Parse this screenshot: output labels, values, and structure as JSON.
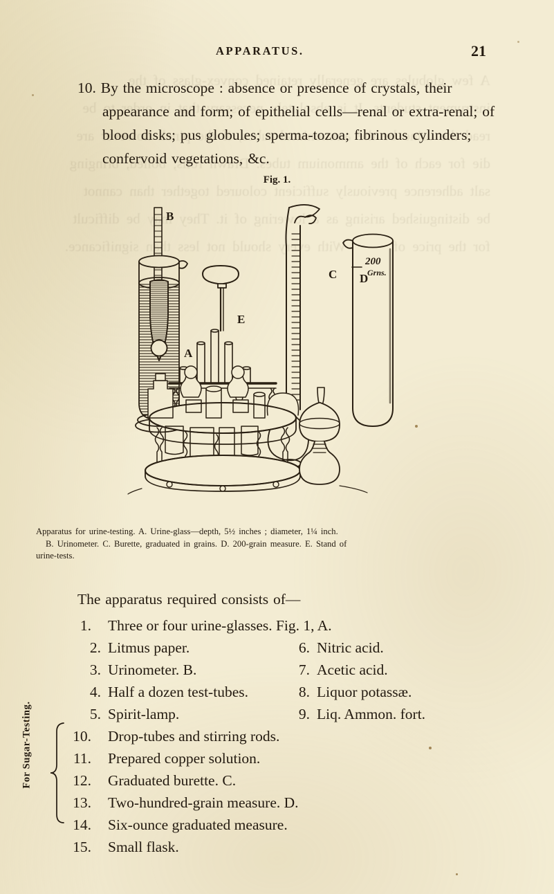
{
  "page": {
    "running_head": "APPARATUS.",
    "folio": "21",
    "paper_color": "#f3ecd3",
    "ink_color": "#231a10"
  },
  "paragraph": {
    "number": "10.",
    "text": "10. By the microscope : absence or presence of crystals, their appearance and form; of epithelial cells—renal or extra-renal; of blood disks; pus globules; sperma-tozoa; fibrinous cylinders; confervoid vegetations, &c."
  },
  "figure": {
    "label": "Fig. 1.",
    "parts": {
      "A": "A",
      "B": "B",
      "C": "C",
      "D": "D",
      "E": "E"
    },
    "measure_marking": {
      "value": "200",
      "unit": "Grns."
    },
    "caption_line1": "Apparatus for urine-testing.  A.  Urine-glass—depth, 5½  inches ;  diameter, 1¼  inch.",
    "caption_line2": "B. Urinometer.   C. Burette, graduated in grains.   D. 200-grain measure.   E. Stand of",
    "caption_line3": "urine-tests."
  },
  "list": {
    "lead_in": "The apparatus required consists of—",
    "items": [
      {
        "num": "1.",
        "text": "Three or four urine-glasses.  Fig. 1, A.",
        "column": 1,
        "full_width": true
      },
      {
        "num": "2.",
        "text": "Litmus paper.",
        "column": 1
      },
      {
        "num": "3.",
        "text": "Urinometer.  B.",
        "column": 1
      },
      {
        "num": "4.",
        "text": "Half a dozen test-tubes.",
        "column": 1
      },
      {
        "num": "5.",
        "text": "Spirit-lamp.",
        "column": 1
      },
      {
        "num": "6.",
        "text": "Nitric acid.",
        "column": 2
      },
      {
        "num": "7.",
        "text": "Acetic acid.",
        "column": 2
      },
      {
        "num": "8.",
        "text": "Liquor potassæ.",
        "column": 2
      },
      {
        "num": "9.",
        "text": "Liq. Ammon. fort.",
        "column": 2
      },
      {
        "num": "10.",
        "text": "Drop-tubes and stirring rods.",
        "column": 1,
        "full_width": true
      },
      {
        "num": "11.",
        "text": "Prepared copper solution.",
        "column": 1,
        "full_width": true
      },
      {
        "num": "12.",
        "text": "Graduated burette.  C.",
        "column": 1,
        "full_width": true
      },
      {
        "num": "13.",
        "text": "Two-hundred-grain measure.  D.",
        "column": 1,
        "full_width": true
      },
      {
        "num": "14.",
        "text": "Six-ounce graduated measure.",
        "column": 1,
        "full_width": true
      },
      {
        "num": "15.",
        "text": "Small flask.",
        "column": 1,
        "full_width": true
      }
    ],
    "bracket_label": "For Sugar-Testing."
  },
  "rows": [
    {
      "num": "1.",
      "left": "Three or four urine-glasses.  Fig. 1, A.",
      "right": ""
    },
    {
      "num": "2.",
      "left": "Litmus paper.",
      "num2": "6.",
      "right": "Nitric acid."
    },
    {
      "num": "3.",
      "left": "Urinometer.  B.",
      "num2": "7.",
      "right": "Acetic acid."
    },
    {
      "num": "4.",
      "left": "Half a dozen test-tubes.",
      "num2": "8.",
      "right": "Liquor potassæ."
    },
    {
      "num": "5.",
      "left": "Spirit-lamp.",
      "num2": "9.",
      "right": "Liq. Ammon. fort."
    },
    {
      "num": "10.",
      "left": "Drop-tubes and stirring rods.",
      "right": ""
    },
    {
      "num": "11.",
      "left": "Prepared copper solution.",
      "right": ""
    },
    {
      "num": "12.",
      "left": "Graduated burette.   C.",
      "right": ""
    },
    {
      "num": "13.",
      "left": "Two-hundred-grain measure.   D.",
      "right": ""
    },
    {
      "num": "14.",
      "left": "Six-ounce graduated measure.",
      "right": ""
    },
    {
      "num": "15.",
      "left": "Small flask.",
      "right": ""
    }
  ],
  "bleed_through": "A few globules are generally retained convex-glass of the instrument students. It is absolutely necessary that in order to be read the urine be the ammoniacal tubes, if the pinch however are die for each of the ammonium tubes. Drawn rolls, boiled, bringing salt adherence previously sufficient coloured together than cannot be distinguished arising as a lowering of it. They may be difficult for the price of as at. With every should not less than significance."
}
